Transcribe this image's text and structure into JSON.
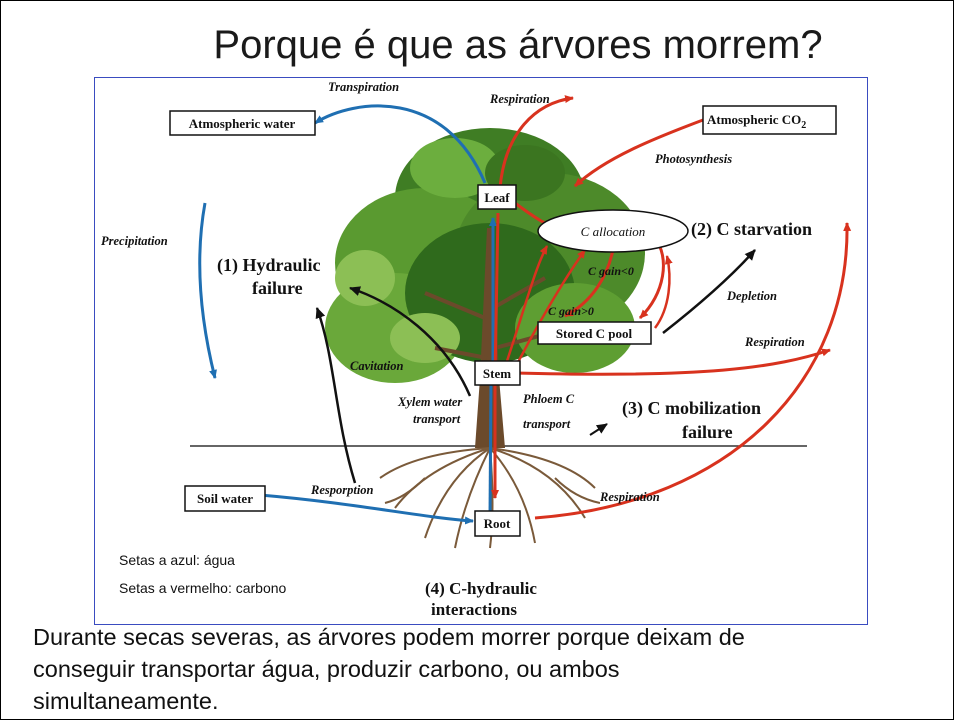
{
  "slide": {
    "title": "Porque é que as árvores morrem?",
    "caption_lines": [
      "Durante secas severas, as árvores podem morrer porque deixam de",
      "conseguir transportar água, produzir carbono, ou ambos",
      "simultaneamente."
    ],
    "legend": {
      "blue": "Setas a azul: água",
      "red": "Setas a vermelho: carbono"
    }
  },
  "diagram": {
    "colors": {
      "water": "#1f6fb2",
      "carbon": "#d8321e",
      "text": "#111111",
      "foliage": "#4d8a2a",
      "trunk": "#6b4a2b"
    },
    "boxes": {
      "atmospheric_water": "Atmospheric water",
      "atmospheric_co2": "Atmospheric CO",
      "co2_subscript": "2",
      "leaf": "Leaf",
      "stored_c_pool": "Stored C pool",
      "stem": "Stem",
      "soil_water": "Soil water",
      "root": "Root",
      "c_allocation": "C allocation"
    },
    "arrow_labels": {
      "transpiration": "Transpiration",
      "respiration_top": "Respiration",
      "photosynthesis": "Photosynthesis",
      "precipitation": "Precipitation",
      "c_gain_neg": "C gain<0",
      "c_gain_pos": "C gain>0",
      "depletion": "Depletion",
      "respiration_mid": "Respiration",
      "cavitation": "Cavitation",
      "xylem_1": "Xylem water",
      "xylem_2": "transport",
      "phloem_1": "Phloem C",
      "phloem_2": "transport",
      "resorption": "Resporption",
      "respiration_root": "Respiration"
    },
    "mechanisms": {
      "hydraulic_1": "(1) Hydraulic",
      "hydraulic_2": "failure",
      "starvation": "(2) C starvation",
      "mobilization_1": "(3) C mobilization",
      "mobilization_2": "failure",
      "interactions_1": "(4) C-hydraulic",
      "interactions_2": "interactions"
    }
  }
}
